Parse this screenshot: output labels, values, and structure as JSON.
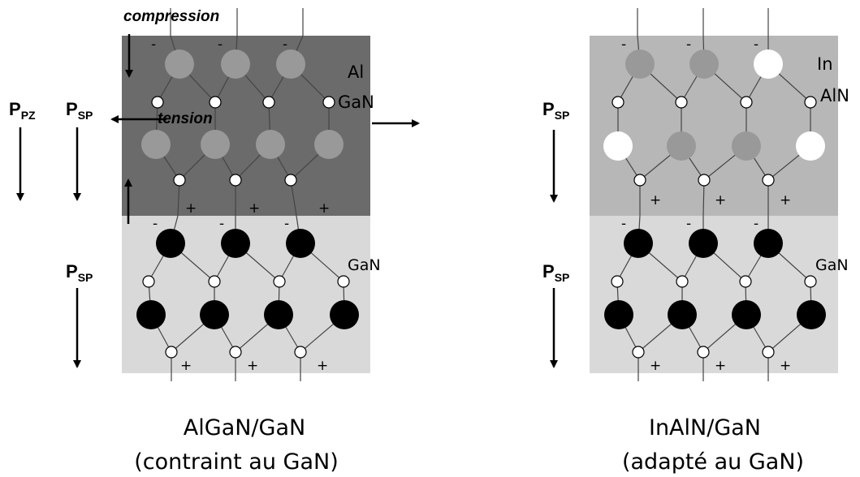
{
  "left_panel": {
    "top_layer_label_line1": "Al",
    "top_layer_label_line2": "GaN",
    "bottom_layer_label": "GaN",
    "compression_label": "compression",
    "tension_label": "tension",
    "ppz_main": "P",
    "ppz_sub": "PZ",
    "psp_top_main": "P",
    "psp_top_sub": "SP",
    "psp_bottom_main": "P",
    "psp_bottom_sub": "SP",
    "caption_line1": "AlGaN/GaN",
    "caption_line2": "(contraint au GaN)"
  },
  "right_panel": {
    "top_layer_label_line1": "In",
    "top_layer_label_line2": "AlN",
    "bottom_layer_label": "GaN",
    "psp_top_main": "P",
    "psp_top_sub": "SP",
    "psp_bottom_main": "P",
    "psp_bottom_sub": "SP",
    "caption_line1": "InAlN/GaN",
    "caption_line2": "(adapté au GaN)"
  },
  "charge_minus": "-",
  "charge_plus": "+",
  "colors": {
    "algan_layer": "#6b6b6b",
    "inaln_layer": "#b7b7b7",
    "gan_layer": "#d9d9d9",
    "gray_atom": "#999999",
    "black_atom": "#000000",
    "white_atom": "#ffffff"
  }
}
